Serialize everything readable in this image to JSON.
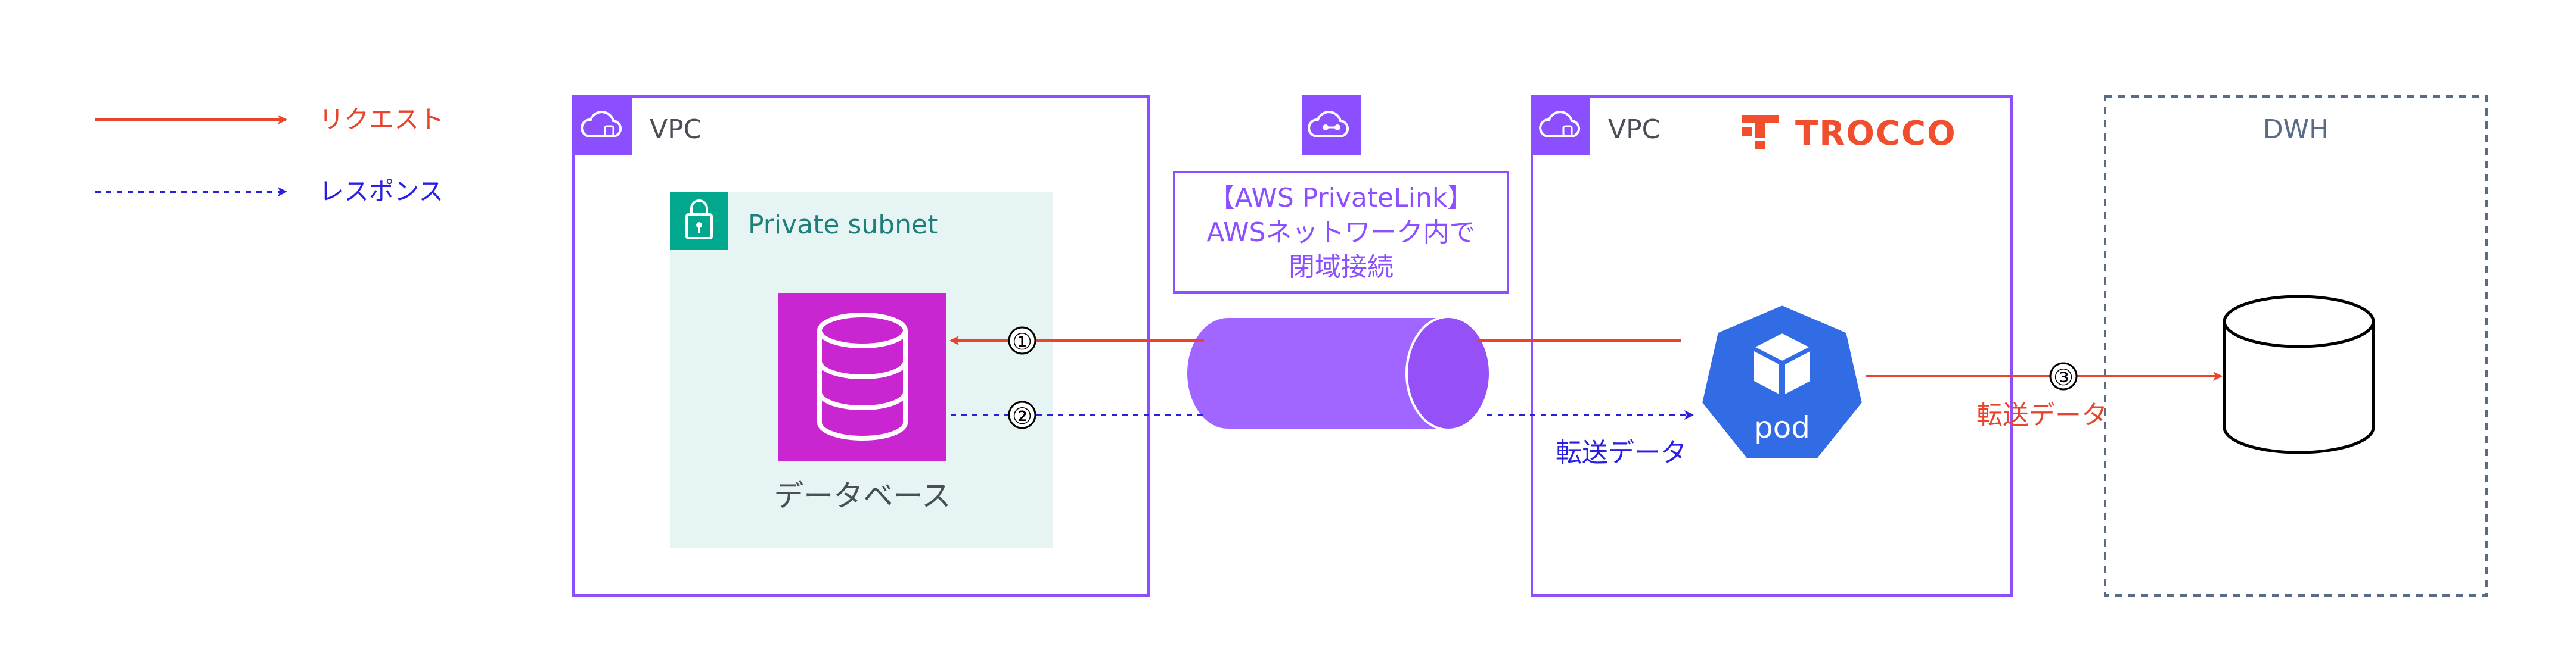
{
  "legend": {
    "request_label": "リクエスト",
    "response_label": "レスポンス"
  },
  "left_vpc": {
    "title": "VPC",
    "subnet_title": "Private subnet",
    "database_label": "データベース"
  },
  "privatelink": {
    "line1": "【AWS PrivateLink】",
    "line2": "AWSネットワーク内で",
    "line3": "閉域接続"
  },
  "right_vpc": {
    "title": "VPC",
    "brand": "TROCCO",
    "pod_label": "pod",
    "transfer_label": "転送データ"
  },
  "dwh": {
    "title": "DWH",
    "transfer_label": "転送データ"
  },
  "steps": {
    "step1": "①",
    "step2": "②",
    "step3": "③"
  },
  "colors": {
    "request": "#e8432b",
    "response": "#2a1fe0",
    "vpc_border": "#8c4fff",
    "subnet_fill": "#e6f4f3",
    "subnet_icon": "#01a88d",
    "database_fill": "#c925d1",
    "pod_fill": "#326ce5",
    "tunnel_fill": "#a166ff",
    "dwh_border": "#5a6b86"
  }
}
